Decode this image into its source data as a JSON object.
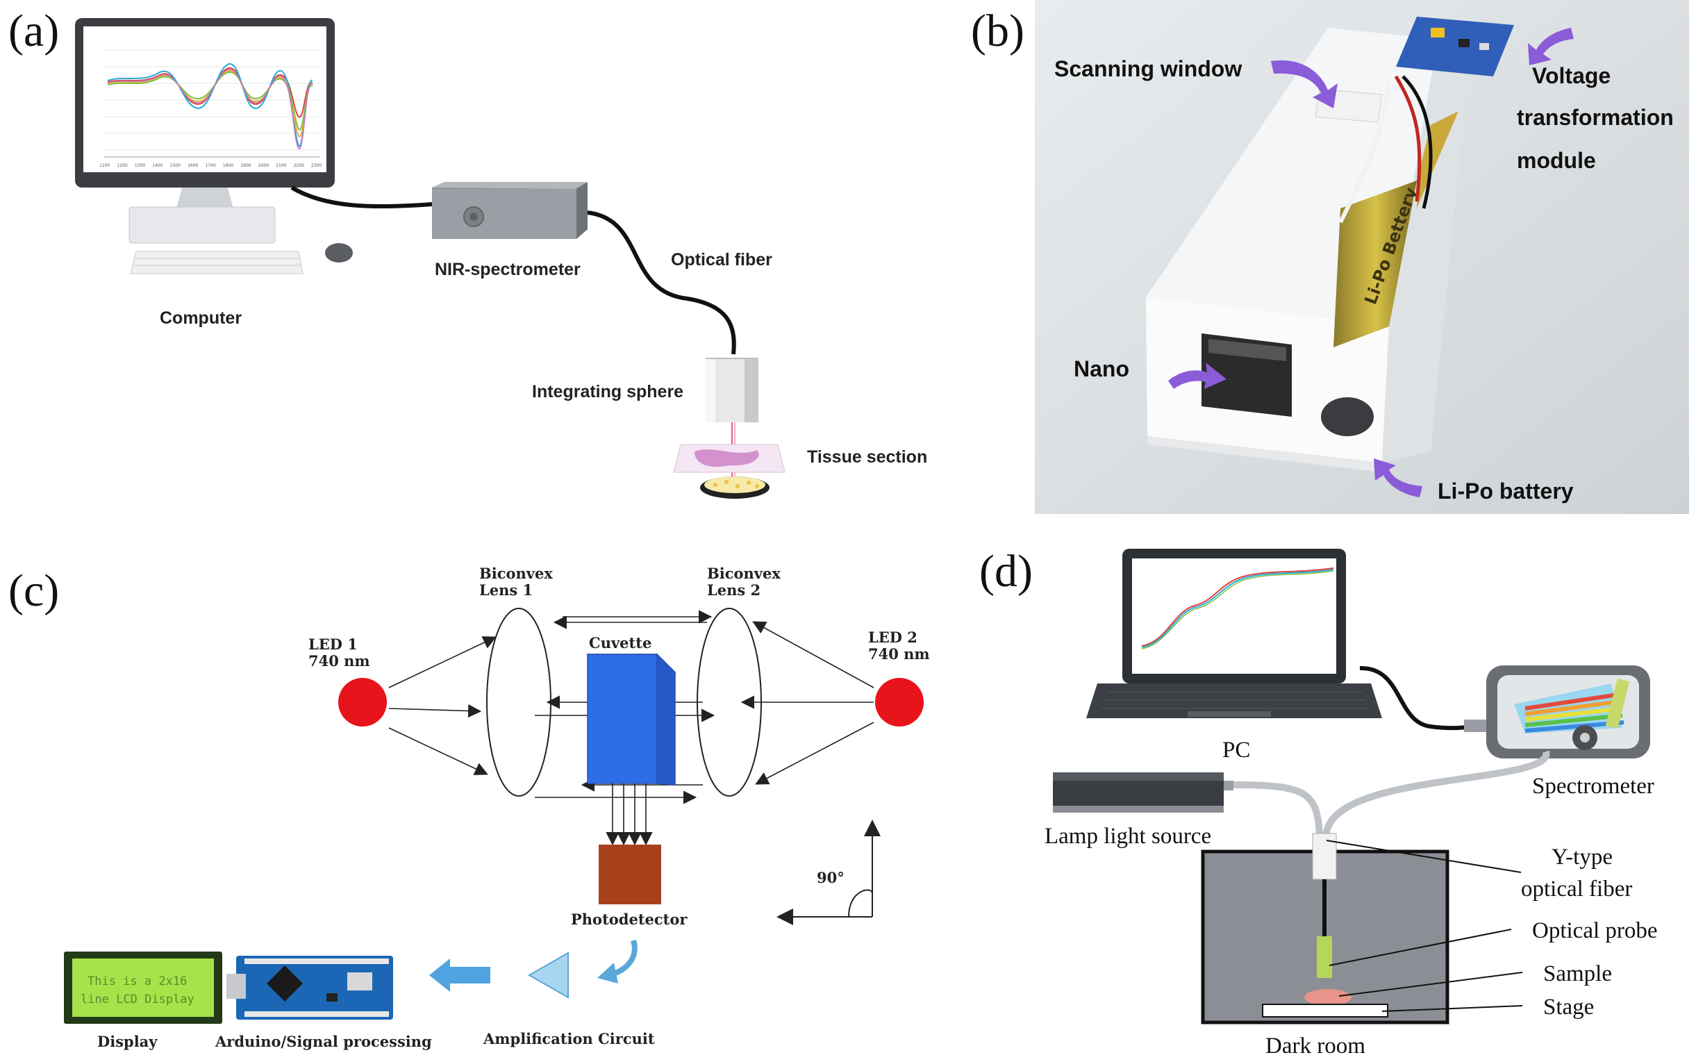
{
  "panels": {
    "a": {
      "letter": "(a)",
      "labels": {
        "computer": "Computer",
        "spectrometer": "NIR-spectrometer",
        "fiber": "Optical fiber",
        "sphere": "Integrating sphere",
        "tissue": "Tissue section"
      },
      "screen_ticks": [
        "1100",
        "1200",
        "1300",
        "1400",
        "1500",
        "1600",
        "1700",
        "1800",
        "1900",
        "2000",
        "2100",
        "2200",
        "2300"
      ]
    },
    "b": {
      "letter": "(b)",
      "labels": {
        "scanning_window": "Scanning window",
        "voltage_line1": "Voltage",
        "voltage_line2": "transformation",
        "voltage_line3": "module",
        "nano": "Nano",
        "battery": "Li-Po battery",
        "battery_print": "Li-Po Bettery"
      },
      "arrow_color": "#8a5cd8"
    },
    "c": {
      "letter": "(c)",
      "labels": {
        "lens1_line1": "Biconvex",
        "lens1_line2": "Lens 1",
        "lens2_line1": "Biconvex",
        "lens2_line2": "Lens 2",
        "led1_line1": "LED 1",
        "led1_line2": "740 nm",
        "led2_line1": "LED 2",
        "led2_line2": "740 nm",
        "cuvette": "Cuvette",
        "photodetector": "Photodetector",
        "angle": "90°",
        "display": "Display",
        "arduino": "Arduino/Signal processing",
        "amplification": "Amplification Circuit"
      },
      "lcd_text_line1": "This is a 2x16",
      "lcd_text_line2": "line LCD Display"
    },
    "d": {
      "letter": "(d)",
      "labels": {
        "pc": "PC",
        "spectrometer": "Spectrometer",
        "lamp": "Lamp light source",
        "fiber_line1": "Y-type",
        "fiber_line2": "optical fiber",
        "probe": "Optical probe",
        "sample": "Sample",
        "stage": "Stage",
        "darkroom": "Dark room"
      }
    }
  }
}
